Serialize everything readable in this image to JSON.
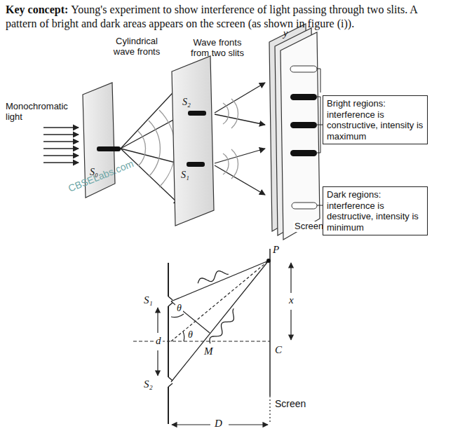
{
  "diagram": {
    "nodes": [
      {
        "text": [
          "Bright regions: interference is constructive, intensity is maximum"
        ]
      },
      {
        "text": [
          "Dark regions: interference is destructive, intensity is minimum"
        ]
      }
    ],
    "labels": [
      "Key concept:",
      "Young's experiment to show interference of light passing through two slits. A pattern of bright and dark areas appears on the screen (as shown in figure (i)).",
      "Monochromatic light",
      "Cylindrical wave fronts",
      "Wave fronts from two slits",
      "y",
      "S₀",
      "S₂",
      "S₁",
      "Screen",
      "CBSELabs.com",
      "P",
      "x",
      "C",
      "S₁",
      "θ",
      "θ",
      "d",
      "M",
      "S₂",
      "Screen",
      "D"
    ]
  }
}
